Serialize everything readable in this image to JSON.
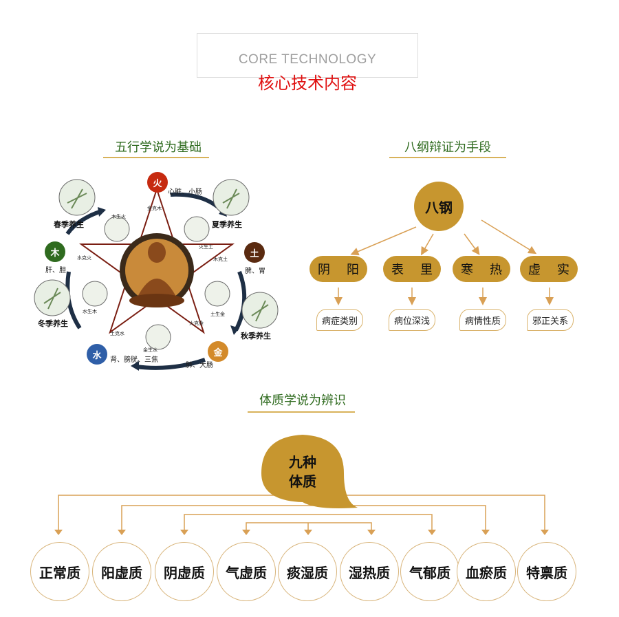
{
  "header": {
    "title_en": "CORE TECHNOLOGY",
    "title_cn": "核心技术内容"
  },
  "wuxing": {
    "section_title": "五行学说为基础",
    "elements": [
      {
        "name": "火",
        "organs": "心脏、小肠",
        "color": "#c62a10"
      },
      {
        "name": "土",
        "organs": "脾、胃",
        "color": "#5a2a10"
      },
      {
        "name": "金",
        "organs": "肺、大肠",
        "color": "#d38a2a"
      },
      {
        "name": "水",
        "organs": "肾、膀胱、三焦",
        "color": "#2f5fa8"
      },
      {
        "name": "木",
        "organs": "肝、胆",
        "color": "#2f6b1f"
      }
    ],
    "seasons": [
      "夏季养生",
      "秋季养生",
      "冬季养生",
      "春季养生"
    ],
    "relations": [
      "木生火",
      "火生土",
      "土生金",
      "金生水",
      "水生木",
      "木克土",
      "火克金",
      "土克水",
      "水克火",
      "金克木"
    ]
  },
  "bagang": {
    "section_title": "八纲辩证为手段",
    "center": "八钢",
    "pairs": [
      {
        "a": "阴",
        "b": "阳",
        "sub": "病症类别"
      },
      {
        "a": "表",
        "b": "里",
        "sub": "病位深浅"
      },
      {
        "a": "寒",
        "b": "热",
        "sub": "病情性质"
      },
      {
        "a": "虚",
        "b": "实",
        "sub": "邪正关系"
      }
    ]
  },
  "tizhi": {
    "section_title": "体质学说为辨识",
    "center_line1": "九种",
    "center_line2": "体质",
    "types": [
      "正常质",
      "阳虚质",
      "阴虚质",
      "气虚质",
      "痰湿质",
      "湿热质",
      "气郁质",
      "血瘀质",
      "特禀质"
    ]
  },
  "colors": {
    "gold": "#c7962f",
    "green_title": "#2f6b1f",
    "red_title": "#e01010"
  }
}
